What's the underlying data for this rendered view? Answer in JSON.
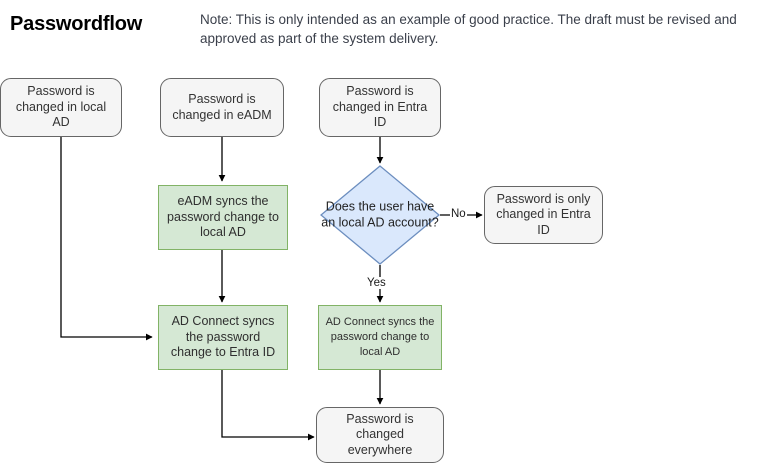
{
  "header": {
    "title": "Passwordflow",
    "note": "Note: This is only intended as an example of good practice. The draft must be revised and approved as part of the system delivery."
  },
  "colors": {
    "terminator_fill": "#f5f5f5",
    "terminator_stroke": "#666666",
    "process_fill": "#d5e8d4",
    "process_stroke": "#82b366",
    "decision_fill": "#dae8fc",
    "decision_stroke": "#6c8ebf",
    "connector": "#000000",
    "page_background": "#ffffff"
  },
  "diagram": {
    "type": "flowchart",
    "nodes": [
      {
        "id": "start-local-ad",
        "shape": "terminator",
        "label": "Password is changed in local AD"
      },
      {
        "id": "start-eadm",
        "shape": "terminator",
        "label": "Password is changed in eADM"
      },
      {
        "id": "start-entra-id",
        "shape": "terminator",
        "label": "Password is changed in Entra ID"
      },
      {
        "id": "eadm-sync",
        "shape": "process",
        "label": "eADM syncs the password change to local AD"
      },
      {
        "id": "has-local-ad-account",
        "shape": "decision",
        "label": "Does the user have an local AD account?"
      },
      {
        "id": "only-entra-id",
        "shape": "terminator",
        "label": "Password is only changed in Entra ID"
      },
      {
        "id": "adconnect-to-entra",
        "shape": "process",
        "label": "AD Connect syncs the password change to Entra ID"
      },
      {
        "id": "adconnect-to-local-ad",
        "shape": "process",
        "label": "AD Connect syncs the password change to local AD"
      },
      {
        "id": "changed-everywhere",
        "shape": "terminator",
        "label": "Password is changed everywhere"
      }
    ],
    "edges": [
      {
        "from": "start-local-ad",
        "to": "adconnect-to-entra",
        "label": ""
      },
      {
        "from": "start-eadm",
        "to": "eadm-sync",
        "label": ""
      },
      {
        "from": "start-entra-id",
        "to": "has-local-ad-account",
        "label": ""
      },
      {
        "from": "eadm-sync",
        "to": "adconnect-to-entra",
        "label": ""
      },
      {
        "from": "has-local-ad-account",
        "to": "only-entra-id",
        "label": "No"
      },
      {
        "from": "has-local-ad-account",
        "to": "adconnect-to-local-ad",
        "label": "Yes"
      },
      {
        "from": "adconnect-to-entra",
        "to": "changed-everywhere",
        "label": ""
      },
      {
        "from": "adconnect-to-local-ad",
        "to": "changed-everywhere",
        "label": ""
      }
    ],
    "edge_labels": {
      "no": "No",
      "yes": "Yes"
    }
  }
}
